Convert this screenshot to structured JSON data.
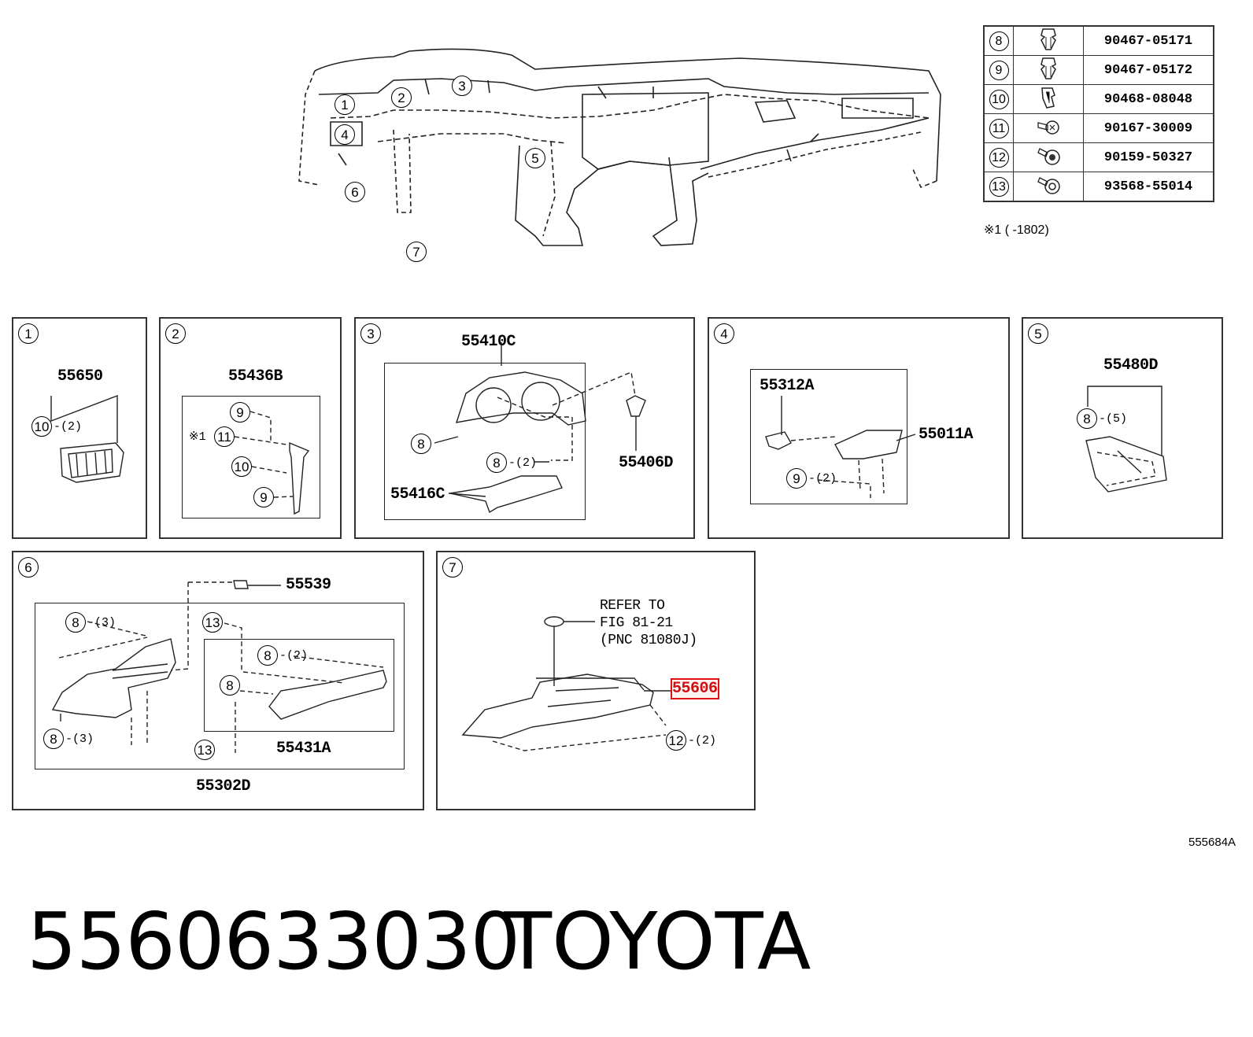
{
  "overview": {
    "callouts": [
      "1",
      "2",
      "3",
      "4",
      "5",
      "6",
      "7"
    ]
  },
  "fastener_table": {
    "rows": [
      {
        "num": "8",
        "icon": "push-clip-icon",
        "part": "90467-05171"
      },
      {
        "num": "9",
        "icon": "push-clip-icon",
        "part": "90467-05172"
      },
      {
        "num": "10",
        "icon": "clip-icon",
        "part": "90468-08048"
      },
      {
        "num": "11",
        "icon": "screw-icon",
        "part": "90167-30009"
      },
      {
        "num": "12",
        "icon": "bolt-icon",
        "part": "90159-50327"
      },
      {
        "num": "13",
        "icon": "bolt-icon",
        "part": "93568-55014"
      }
    ],
    "note": "※1 (      -1802)"
  },
  "panels": {
    "p1": {
      "num": "1",
      "part": "55650",
      "clip_num": "10",
      "clip_qty": "-(2)"
    },
    "p2": {
      "num": "2",
      "part": "55436B",
      "c9a": "9",
      "mark": "※1",
      "c11": "11",
      "c10": "10",
      "c9b": "9"
    },
    "p3": {
      "num": "3",
      "part_top": "55410C",
      "c8a": "8",
      "c8b": "8",
      "c8b_qty": "-(2)",
      "part_clip": "55406D",
      "part_bottom": "55416C"
    },
    "p4": {
      "num": "4",
      "part_a": "55312A",
      "part_b": "55011A",
      "c9": "9",
      "c9_qty": "-(2)"
    },
    "p5": {
      "num": "5",
      "part": "55480D",
      "c8": "8",
      "c8_qty": "-(5)"
    },
    "p6": {
      "num": "6",
      "part_clip": "55539",
      "c8a": "8",
      "c8a_qty": "-(3)",
      "c13a": "13",
      "c8b": "8",
      "c8b_qty": "-(2)",
      "c8c": "8",
      "c8d": "8",
      "c8d_qty": "-(3)",
      "c13b": "13",
      "part_inner": "55431A",
      "part_outer": "55302D"
    },
    "p7": {
      "num": "7",
      "refer_line1": "REFER TO",
      "refer_line2": "FIG 81-21",
      "refer_line3": "(PNC 81080J)",
      "part": "55606",
      "c12": "12",
      "c12_qty": "-(2)"
    }
  },
  "ref_code": "555684A",
  "footer": {
    "part_number": "5560633030",
    "brand": "TOYOTA"
  },
  "colors": {
    "line": "#222222",
    "highlight": "#e01010"
  }
}
